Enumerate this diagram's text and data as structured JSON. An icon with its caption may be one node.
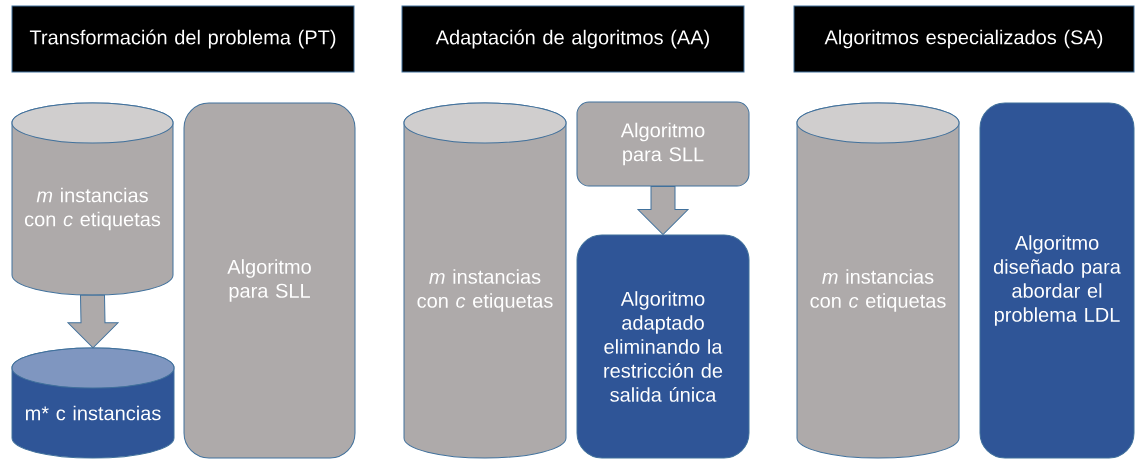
{
  "diagram": {
    "nodes": [
      {
        "text": [
          "Transformación del problema (PT)"
        ]
      },
      {
        "text": [
          "Adaptación de algoritmos (AA)"
        ]
      },
      {
        "text": [
          "Algoritmos especializados (SA)"
        ]
      },
      {
        "text": [
          "*m* instancias con *c* etiquetas"
        ]
      },
      {
        "text": [
          "m* c instancias"
        ]
      },
      {
        "text": [
          "Algoritmo para SLL"
        ]
      },
      {
        "text": [
          "*m* instancias con *c* etiquetas"
        ]
      },
      {
        "text": [
          "Algoritmo para SLL"
        ]
      },
      {
        "text": [
          "Algoritmo adaptado eliminando la restricción de salida única"
        ]
      },
      {
        "text": [
          "*m* instancias con *c* etiquetas"
        ]
      },
      {
        "text": [
          "Algoritmo diseñado para abordar el problema LDL"
        ]
      }
    ],
    "edges": [
      {
        "from": 3,
        "to": 4,
        "arrow": "to"
      },
      {
        "from": 7,
        "to": 8,
        "arrow": "to"
      }
    ]
  }
}
